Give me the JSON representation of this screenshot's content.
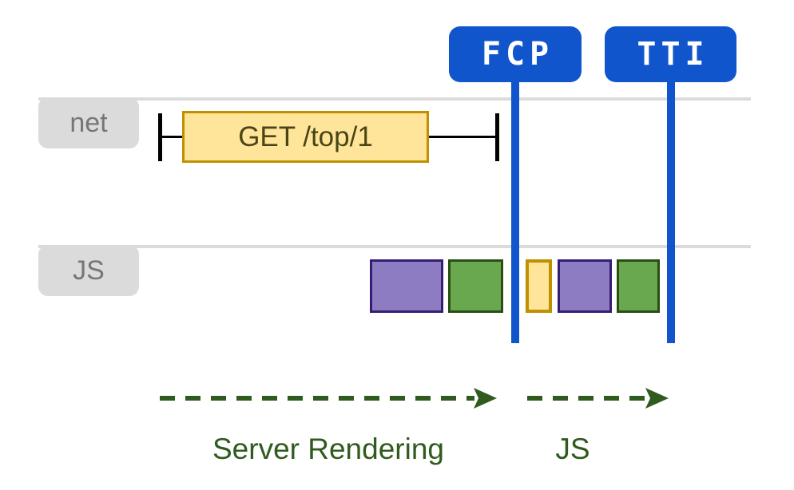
{
  "colors": {
    "marker_blue": "#1155CC",
    "track_gray": "#DBDBDB",
    "row_label_gray": "#767676",
    "tick_black": "#000000",
    "yellow_fill": "#FFE599",
    "yellow_border": "#BF9000",
    "purple_fill": "#8E7CC3",
    "purple_border": "#351C75",
    "green_fill": "#6AA84F",
    "green_border": "#274E13",
    "phase_green": "#2F5B1E",
    "request_text": "#4A4416"
  },
  "markers": [
    {
      "label": "FCP"
    },
    {
      "label": "TTI"
    }
  ],
  "rows": [
    {
      "label": "net",
      "request": {
        "label": "GET /top/1"
      }
    },
    {
      "label": "JS",
      "blocks": [
        {
          "color": "purple"
        },
        {
          "color": "green"
        },
        {
          "color": "yellow"
        },
        {
          "color": "purple"
        },
        {
          "color": "green"
        }
      ]
    }
  ],
  "phases": [
    {
      "label": "Server Rendering"
    },
    {
      "label": "JS"
    }
  ]
}
